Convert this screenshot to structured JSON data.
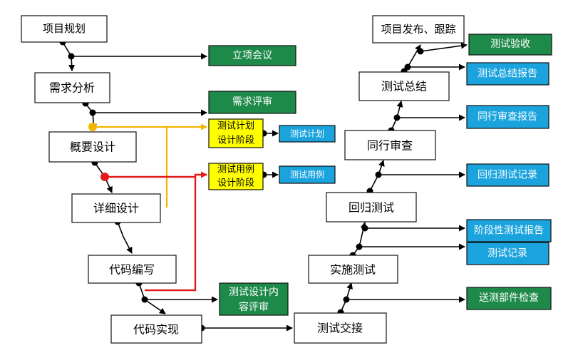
{
  "process_boxes": {
    "project_planning": "项目规划",
    "requirements_analysis": "需求分析",
    "high_level_design": "概要设计",
    "detailed_design": "详细设计",
    "coding": "代码编写",
    "code_implementation": "代码实现",
    "test_handover": "测试交接",
    "implement_testing": "实施测试",
    "regression_testing": "回归测试",
    "peer_review": "同行审查",
    "test_summary": "测试总结",
    "project_release": "项目发布、跟踪"
  },
  "green_boxes": {
    "kickoff_meeting": "立项会议",
    "requirements_review": "需求评审",
    "test_design_review_line1": "测试设计内",
    "test_design_review_line2": "容评审",
    "test_acceptance": "测试验收",
    "submit_component_inspection": "送测部件检查"
  },
  "yellow_boxes": {
    "test_plan_design_phase_line1": "测试计划",
    "test_plan_design_phase_line2": "设计阶段",
    "test_case_design_phase_line1": "测试用例",
    "test_case_design_phase_line2": "设计阶段"
  },
  "blue_boxes": {
    "test_plan": "测试计划",
    "test_cases": "测试用例",
    "test_summary_report": "测试总结报告",
    "peer_review_report": "同行审查报告",
    "regression_test_record": "回归测试记录",
    "phase_test_report": "阶段性测试报告",
    "test_record": "测试记录"
  },
  "colors": {
    "green": "#1e8a4a",
    "yellow": "#ffff00",
    "blue": "#1aa3dd",
    "yellow_line": "#f2b500",
    "red_line": "#e31a1a"
  }
}
